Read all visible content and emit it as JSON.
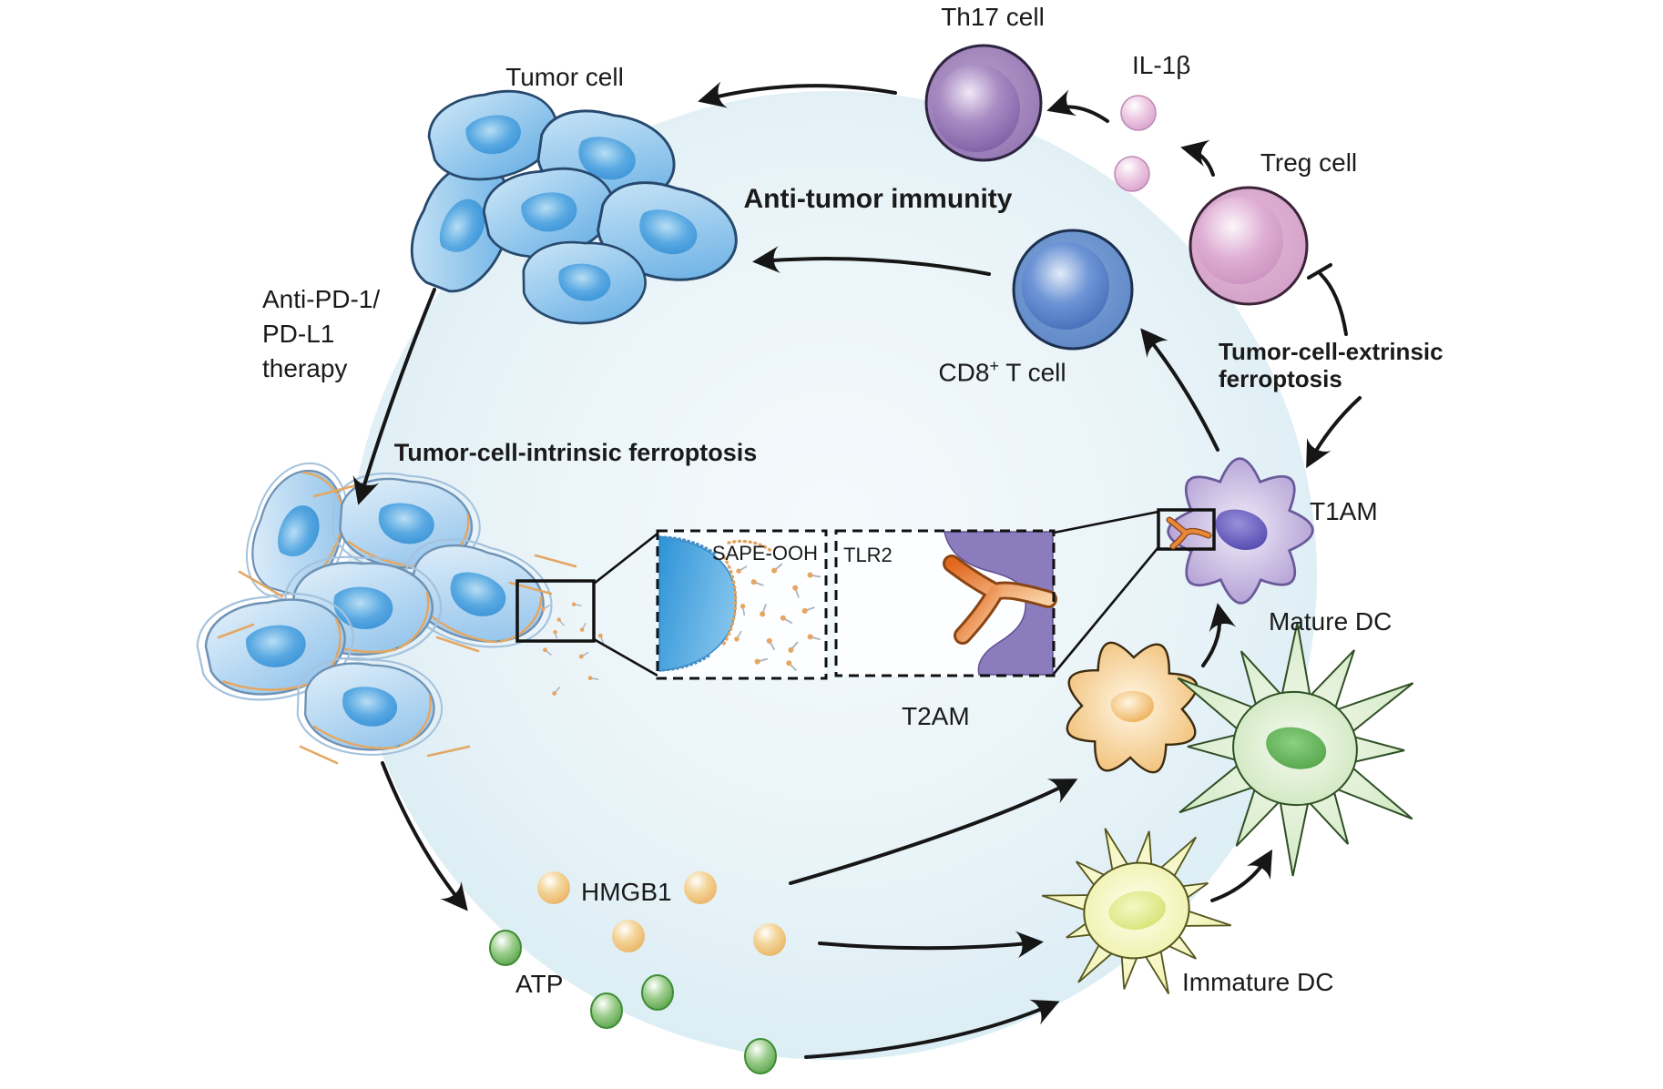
{
  "figure": {
    "labels": {
      "tumor_cell": "Tumor cell",
      "th17": "Th17 cell",
      "il1b": "IL-1β",
      "treg": "Treg cell",
      "anti_tumor_immunity": "Anti-tumor immunity",
      "cd8_base": "CD8",
      "cd8_sup": "+",
      "cd8_rest": " T cell",
      "extrinsic_l1": "Tumor-cell-extrinsic",
      "extrinsic_l2": "ferroptosis",
      "anti_pd_l1": "Anti-PD-1/",
      "anti_pd_l2": "PD-L1",
      "anti_pd_l3": "therapy",
      "intrinsic": "Tumor-cell-intrinsic ferroptosis",
      "sape_ooh": "SAPE-OOH",
      "tlr2": "TLR2",
      "t1am": "T1AM",
      "mature_dc": "Mature DC",
      "t2am": "T2AM",
      "immature_dc": "Immature DC",
      "hmgb1": "HMGB1",
      "atp": "ATP"
    },
    "colors": {
      "background_circle": "#d9ecf4",
      "tumor_cell": "#74b6e8",
      "th17_cell": "#9478b4",
      "treg_cell": "#d8a8cd",
      "cd8_t_cell": "#5c86c6",
      "il1b_dot": "#dca6d0",
      "t1am_cell": "#b5a0d6",
      "t2am_cell": "#f2bf74",
      "mature_dc_cell": "#cfe8c0",
      "immature_dc_cell": "#eef0a8",
      "hmgb1_dot": "#ecb96a",
      "atp_dot": "#5ea84f",
      "tlr2_receptor": "#e2661c",
      "macrophage_membrane": "#8b7dbd",
      "arrow": "#161616"
    },
    "cells": [
      {
        "name": "Tumor cell",
        "color_key": "tumor_cell"
      },
      {
        "name": "Ferroptotic tumor cells",
        "color_key": "tumor_cell"
      },
      {
        "name": "Th17 cell",
        "color_key": "th17_cell"
      },
      {
        "name": "Treg cell",
        "color_key": "treg_cell"
      },
      {
        "name": "CD8+ T cell",
        "color_key": "cd8_t_cell"
      },
      {
        "name": "T1AM",
        "color_key": "t1am_cell"
      },
      {
        "name": "T2AM",
        "color_key": "t2am_cell"
      },
      {
        "name": "Mature DC",
        "color_key": "mature_dc_cell"
      },
      {
        "name": "Immature DC",
        "color_key": "immature_dc_cell"
      }
    ],
    "molecules": [
      {
        "name": "IL-1β",
        "color_key": "il1b_dot"
      },
      {
        "name": "HMGB1",
        "color_key": "hmgb1_dot"
      },
      {
        "name": "ATP",
        "color_key": "atp_dot"
      },
      {
        "name": "SAPE-OOH",
        "shown_in": "membrane inset"
      },
      {
        "name": "TLR2",
        "shown_in": "membrane inset"
      }
    ],
    "relationships": [
      {
        "from": "IL-1β",
        "to": "Th17 cell",
        "type": "arrow"
      },
      {
        "from": "Treg cell",
        "to": "IL-1β",
        "type": "arrow"
      },
      {
        "from": "Tumor-cell-extrinsic ferroptosis",
        "to": "Treg cell",
        "type": "inhibition"
      },
      {
        "from": "Tumor-cell-extrinsic ferroptosis",
        "to": "T1AM",
        "type": "arrow"
      },
      {
        "from": "Th17 cell",
        "to": "Tumor cell",
        "type": "arrow"
      },
      {
        "from": "CD8+ T cell",
        "to": "Tumor cell",
        "type": "arrow"
      },
      {
        "from": "T1AM",
        "to": "CD8+ T cell",
        "type": "arrow"
      },
      {
        "from": "Anti-PD-1/PD-L1 therapy",
        "to": "Tumor-cell-intrinsic ferroptosis",
        "type": "arrow"
      },
      {
        "from": "Ferroptotic tumor cells",
        "to": "HMGB1 / ATP release",
        "type": "arrow"
      },
      {
        "from": "HMGB1",
        "to": "T2AM",
        "type": "arrow"
      },
      {
        "from": "HMGB1",
        "to": "Immature DC",
        "type": "arrow"
      },
      {
        "from": "ATP",
        "to": "Immature DC",
        "type": "arrow"
      },
      {
        "from": "T2AM",
        "to": "T1AM",
        "type": "arrow"
      },
      {
        "from": "Immature DC",
        "to": "Mature DC",
        "type": "arrow"
      }
    ]
  }
}
